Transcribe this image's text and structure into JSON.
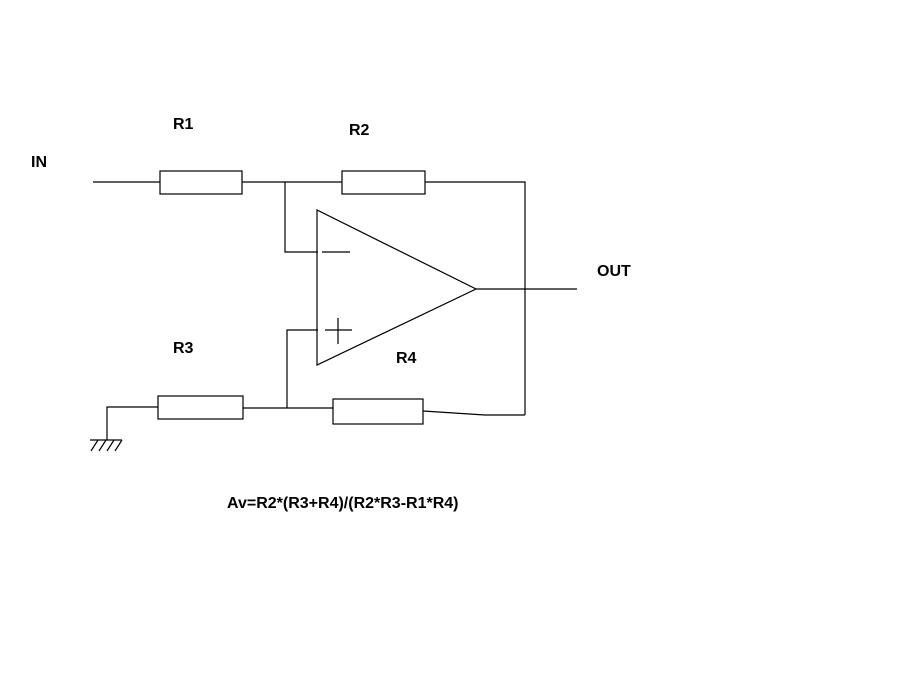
{
  "labels": {
    "in": "IN",
    "out": "OUT",
    "r1": "R1",
    "r2": "R2",
    "r3": "R3",
    "r4": "R4"
  },
  "formula": "Av=R2*(R3+R4)/(R2*R3-R1*R4)",
  "colors": {
    "stroke": "#000000",
    "background": "#ffffff"
  },
  "symbols": {
    "inverting_input": "minus-sign",
    "non_inverting_input": "plus-sign",
    "ground": "ground-symbol"
  }
}
